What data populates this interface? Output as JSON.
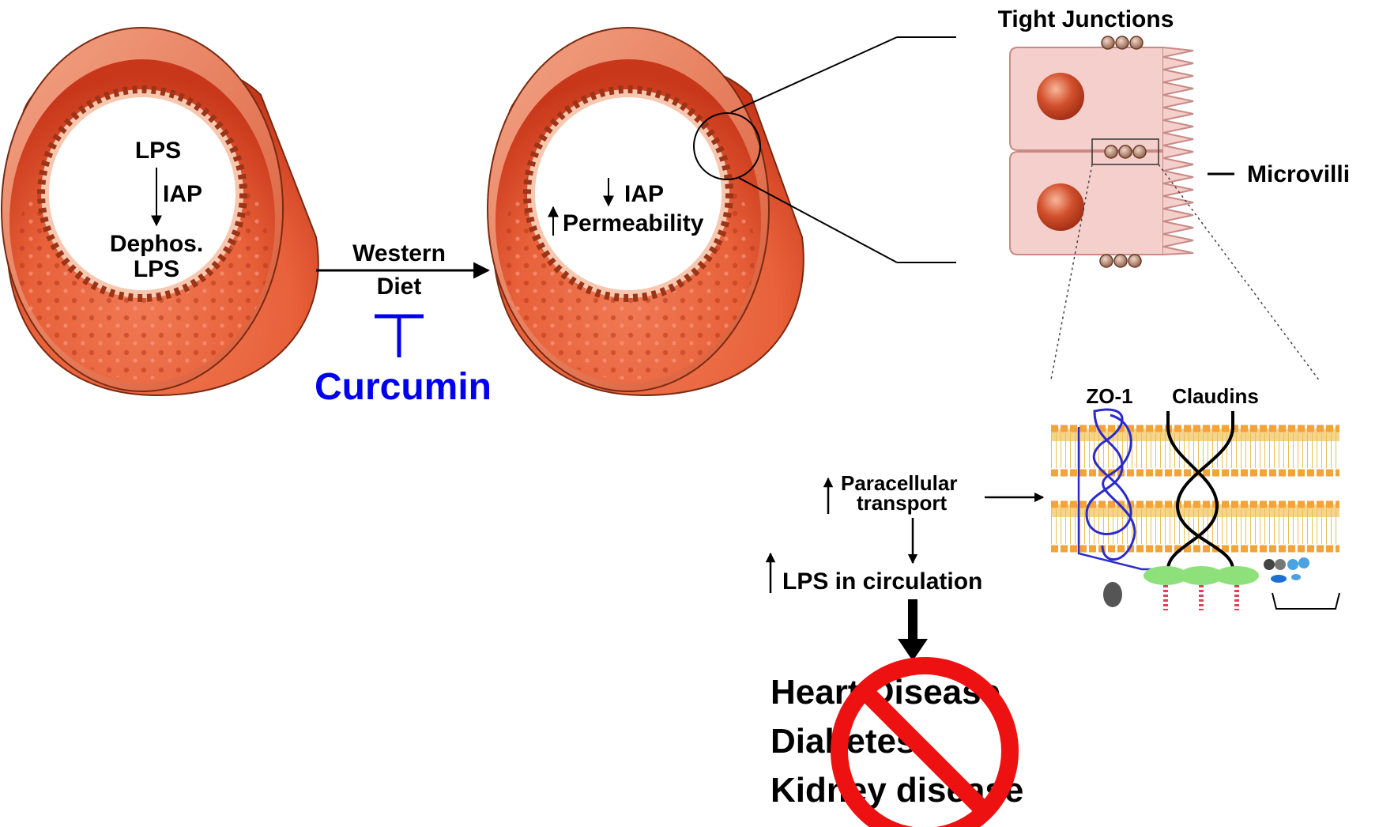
{
  "colors": {
    "tissue_light": "#f3a486",
    "tissue_mid": "#e8613a",
    "tissue_dark": "#c8371a",
    "cell_fill": "#f4cfcb",
    "cell_stroke": "#c98a86",
    "nucleus": "#d2502c",
    "junction_bead": "#b7846f",
    "curcumin_blue": "#0000ee",
    "prohibit_red": "#ee1111",
    "membrane_head": "#f2a33a",
    "membrane_tail": "#e8c057",
    "zo1_blue": "#2a2acf",
    "green_protein": "#8ee07a",
    "red_chain": "#e0405a"
  },
  "left_tube": {
    "lps": "LPS",
    "iap": "IAP",
    "dephos_line1": "Dephos.",
    "dephos_line2": "LPS"
  },
  "middle": {
    "western_line1": "Western",
    "western_line2": "Diet",
    "curcumin": "Curcumin"
  },
  "right_tube": {
    "iap": "IAP",
    "permeability": "Permeability"
  },
  "cell_panel": {
    "tight_junctions": "Tight Junctions",
    "microvilli": "Microvilli"
  },
  "membrane_panel": {
    "zo1": "ZO-1",
    "claudins": "Claudins"
  },
  "pathway": {
    "paracellular_line1": "Paracellular",
    "paracellular_line2": "transport",
    "lps_circulation": "LPS in circulation"
  },
  "diseases": [
    "Heart Disease",
    "Diabetes",
    "Kidney disease"
  ]
}
